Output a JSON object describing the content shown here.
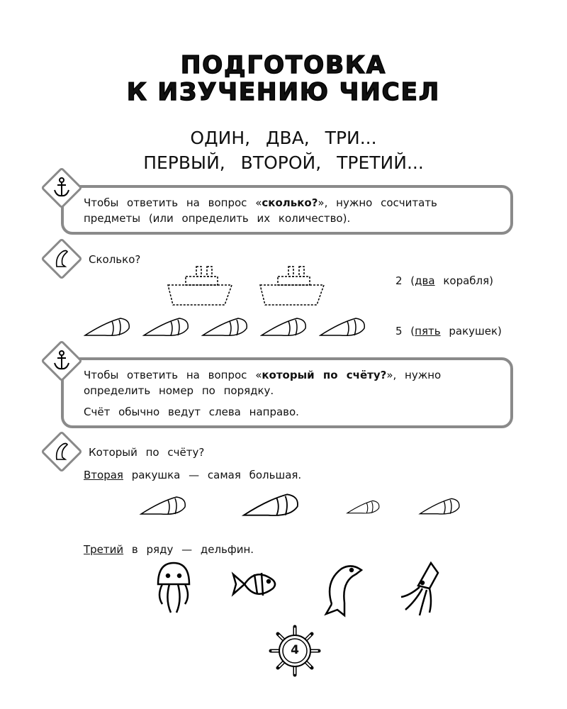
{
  "title": {
    "line1": "ПОДГОТОВКА",
    "line2": "К ИЗУЧЕНИЮ ЧИСЕЛ"
  },
  "subtitle": {
    "line1": "ОДИН, ДВА, ТРИ...",
    "line2": "ПЕРВЫЙ, ВТОРОЙ, ТРЕТИЙ..."
  },
  "rule1": {
    "pre": "Чтобы ответить на вопрос ",
    "open": "«",
    "bold": "сколько?",
    "close": "»",
    "post": ", нужно сосчитать",
    "line2": "предметы (или определить их количество)."
  },
  "task1": {
    "heading": "Сколько?",
    "ships": {
      "num": "2 (",
      "word": "два",
      "rest": " корабля)"
    },
    "shells": {
      "num": "5 (",
      "word": "пять",
      "rest": " ракушек)"
    }
  },
  "rule2": {
    "pre": "Чтобы ответить на вопрос ",
    "open": "«",
    "bold": "который по счёту?",
    "close": "»",
    "post": ", нужно",
    "line2": "определить номер по порядку.",
    "line3": "Счёт обычно ведут слева направо."
  },
  "task2": {
    "heading": "Который по счёту?",
    "s1": {
      "word": "Вторая",
      "rest": " ракушка — самая большая."
    },
    "s2": {
      "word": "Третий",
      "rest": " в ряду — дельфин."
    }
  },
  "page_number": "4",
  "colors": {
    "box_border": "#8a8a8a",
    "text": "#111111"
  }
}
